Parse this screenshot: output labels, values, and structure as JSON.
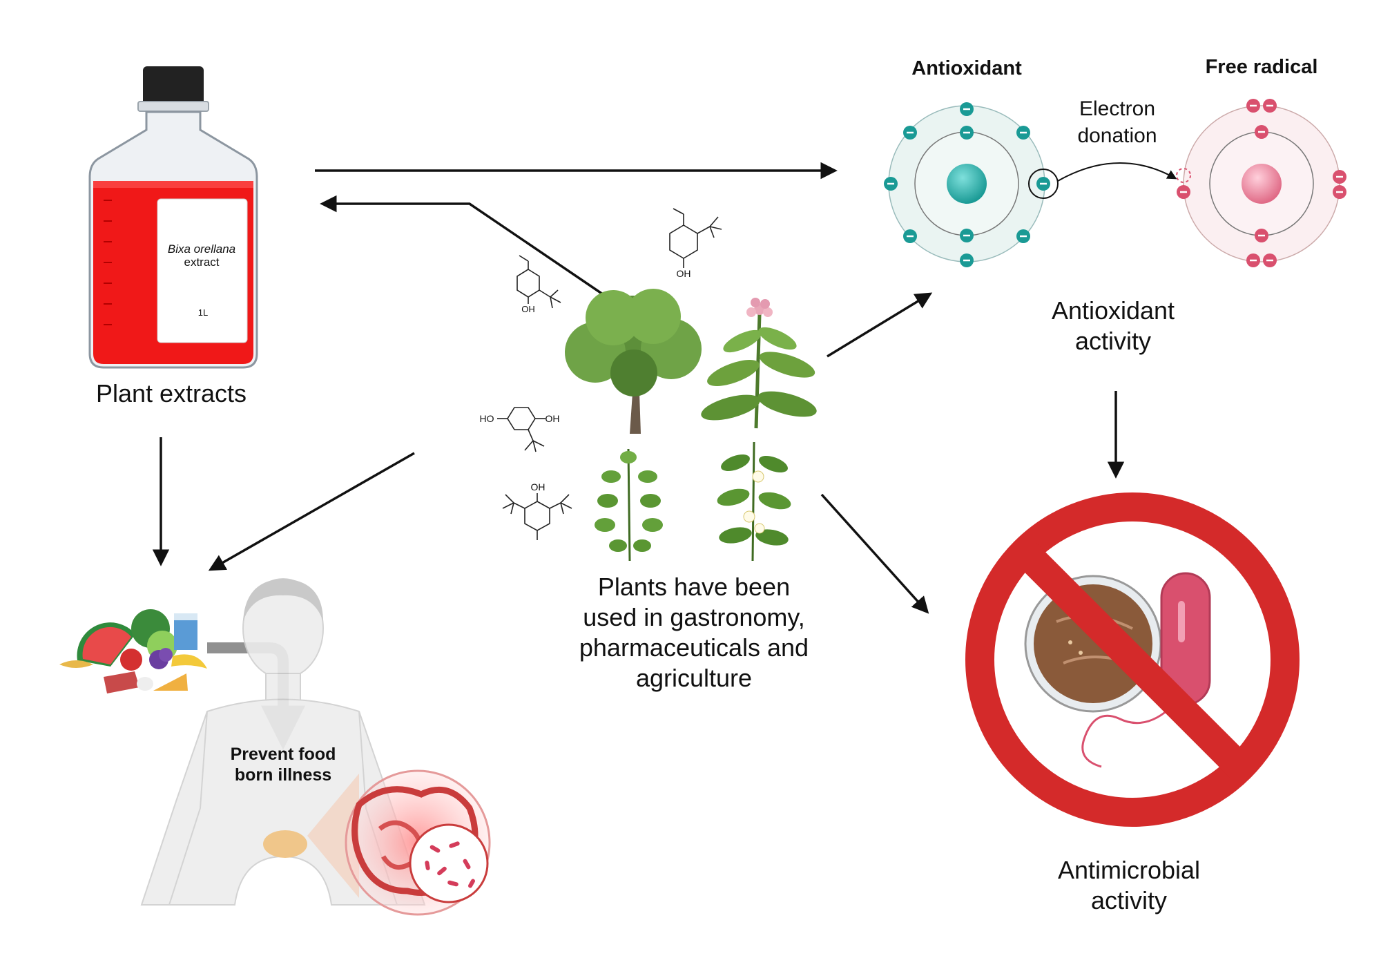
{
  "bottle": {
    "species": "Bixa orellana",
    "word": "extract",
    "volume": "1L"
  },
  "plant_extracts_label": "Plant extracts",
  "plants_text": [
    "Plants have been",
    "used in gastronomy,",
    "pharmaceuticals and",
    "agriculture"
  ],
  "antioxidant_title": "Antioxidant",
  "free_radical_title": "Free radical",
  "electron_donation": [
    "Electron",
    "donation"
  ],
  "antioxidant_activity": [
    "Antioxidant",
    "activity"
  ],
  "antimicrobial_activity": [
    "Antimicrobial",
    "activity"
  ],
  "prevent_food": [
    "Prevent food",
    "born illness"
  ],
  "chem_labels": {
    "oh": "OH",
    "ho": "HO"
  },
  "colors": {
    "antioxidant": "#1a9a95",
    "free_radical": "#d9506e",
    "bottle_liquid": "#f01818",
    "prohibition": "#d42a2a",
    "arrow": "#111111"
  }
}
